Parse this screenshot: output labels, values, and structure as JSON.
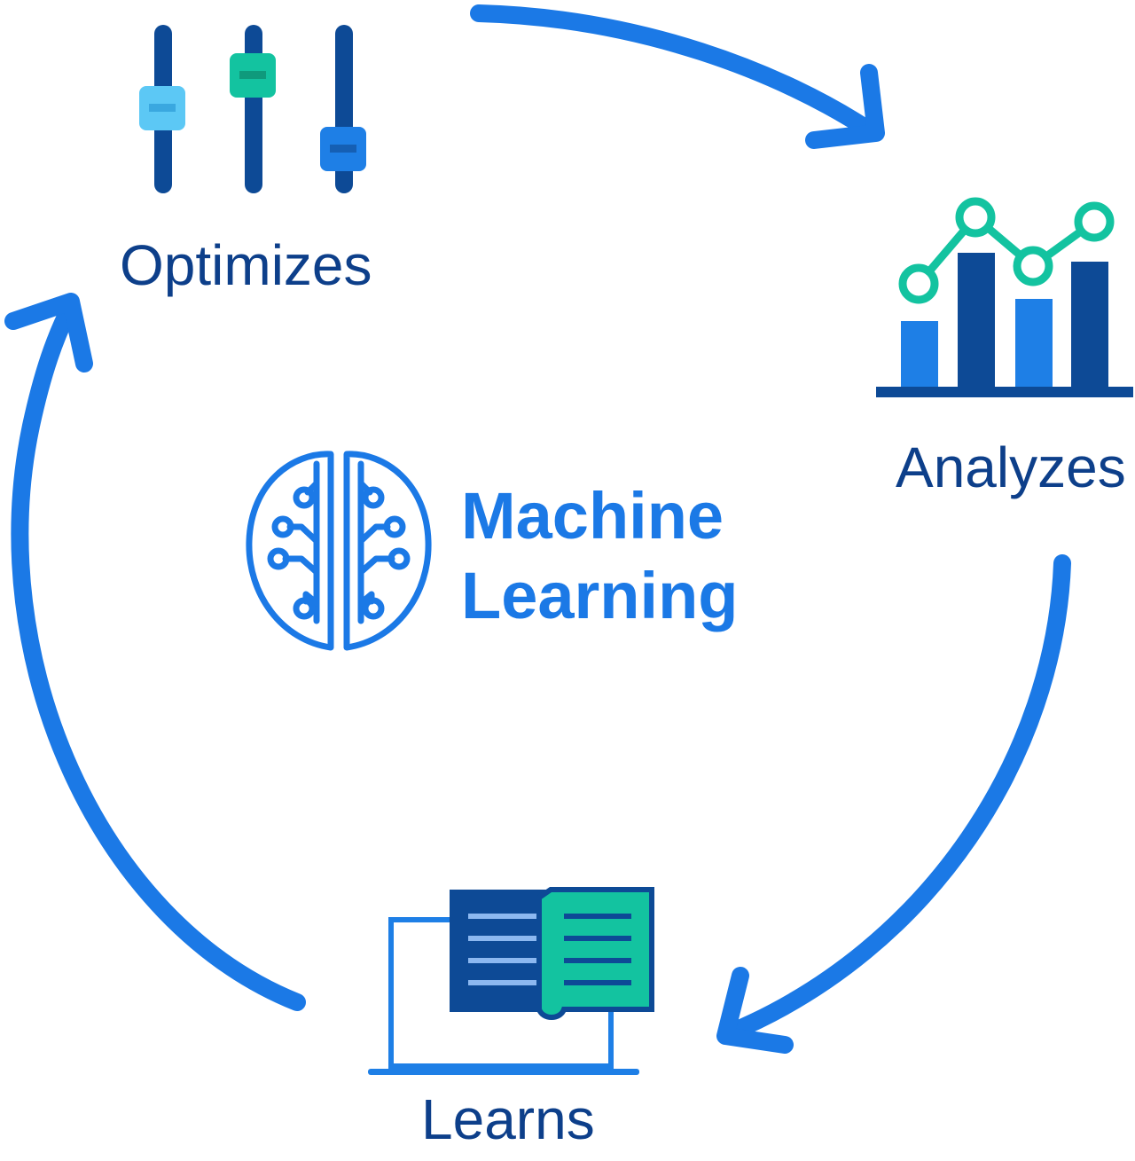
{
  "diagram": {
    "center": {
      "line1": "Machine",
      "line2": "Learning",
      "icon": "brain-circuit-icon"
    },
    "stages": [
      {
        "label": "Optimizes",
        "icon": "sliders-icon"
      },
      {
        "label": "Analyzes",
        "icon": "bar-line-chart-icon"
      },
      {
        "label": "Learns",
        "icon": "laptop-book-icon"
      }
    ],
    "colors": {
      "arrow": "#1b79e6",
      "dark_blue": "#0d4a96",
      "label_text": "#0d3f8a",
      "teal": "#13c3a0",
      "light_blue": "#5cc8f5",
      "mid_blue": "#1e7fe6"
    }
  }
}
